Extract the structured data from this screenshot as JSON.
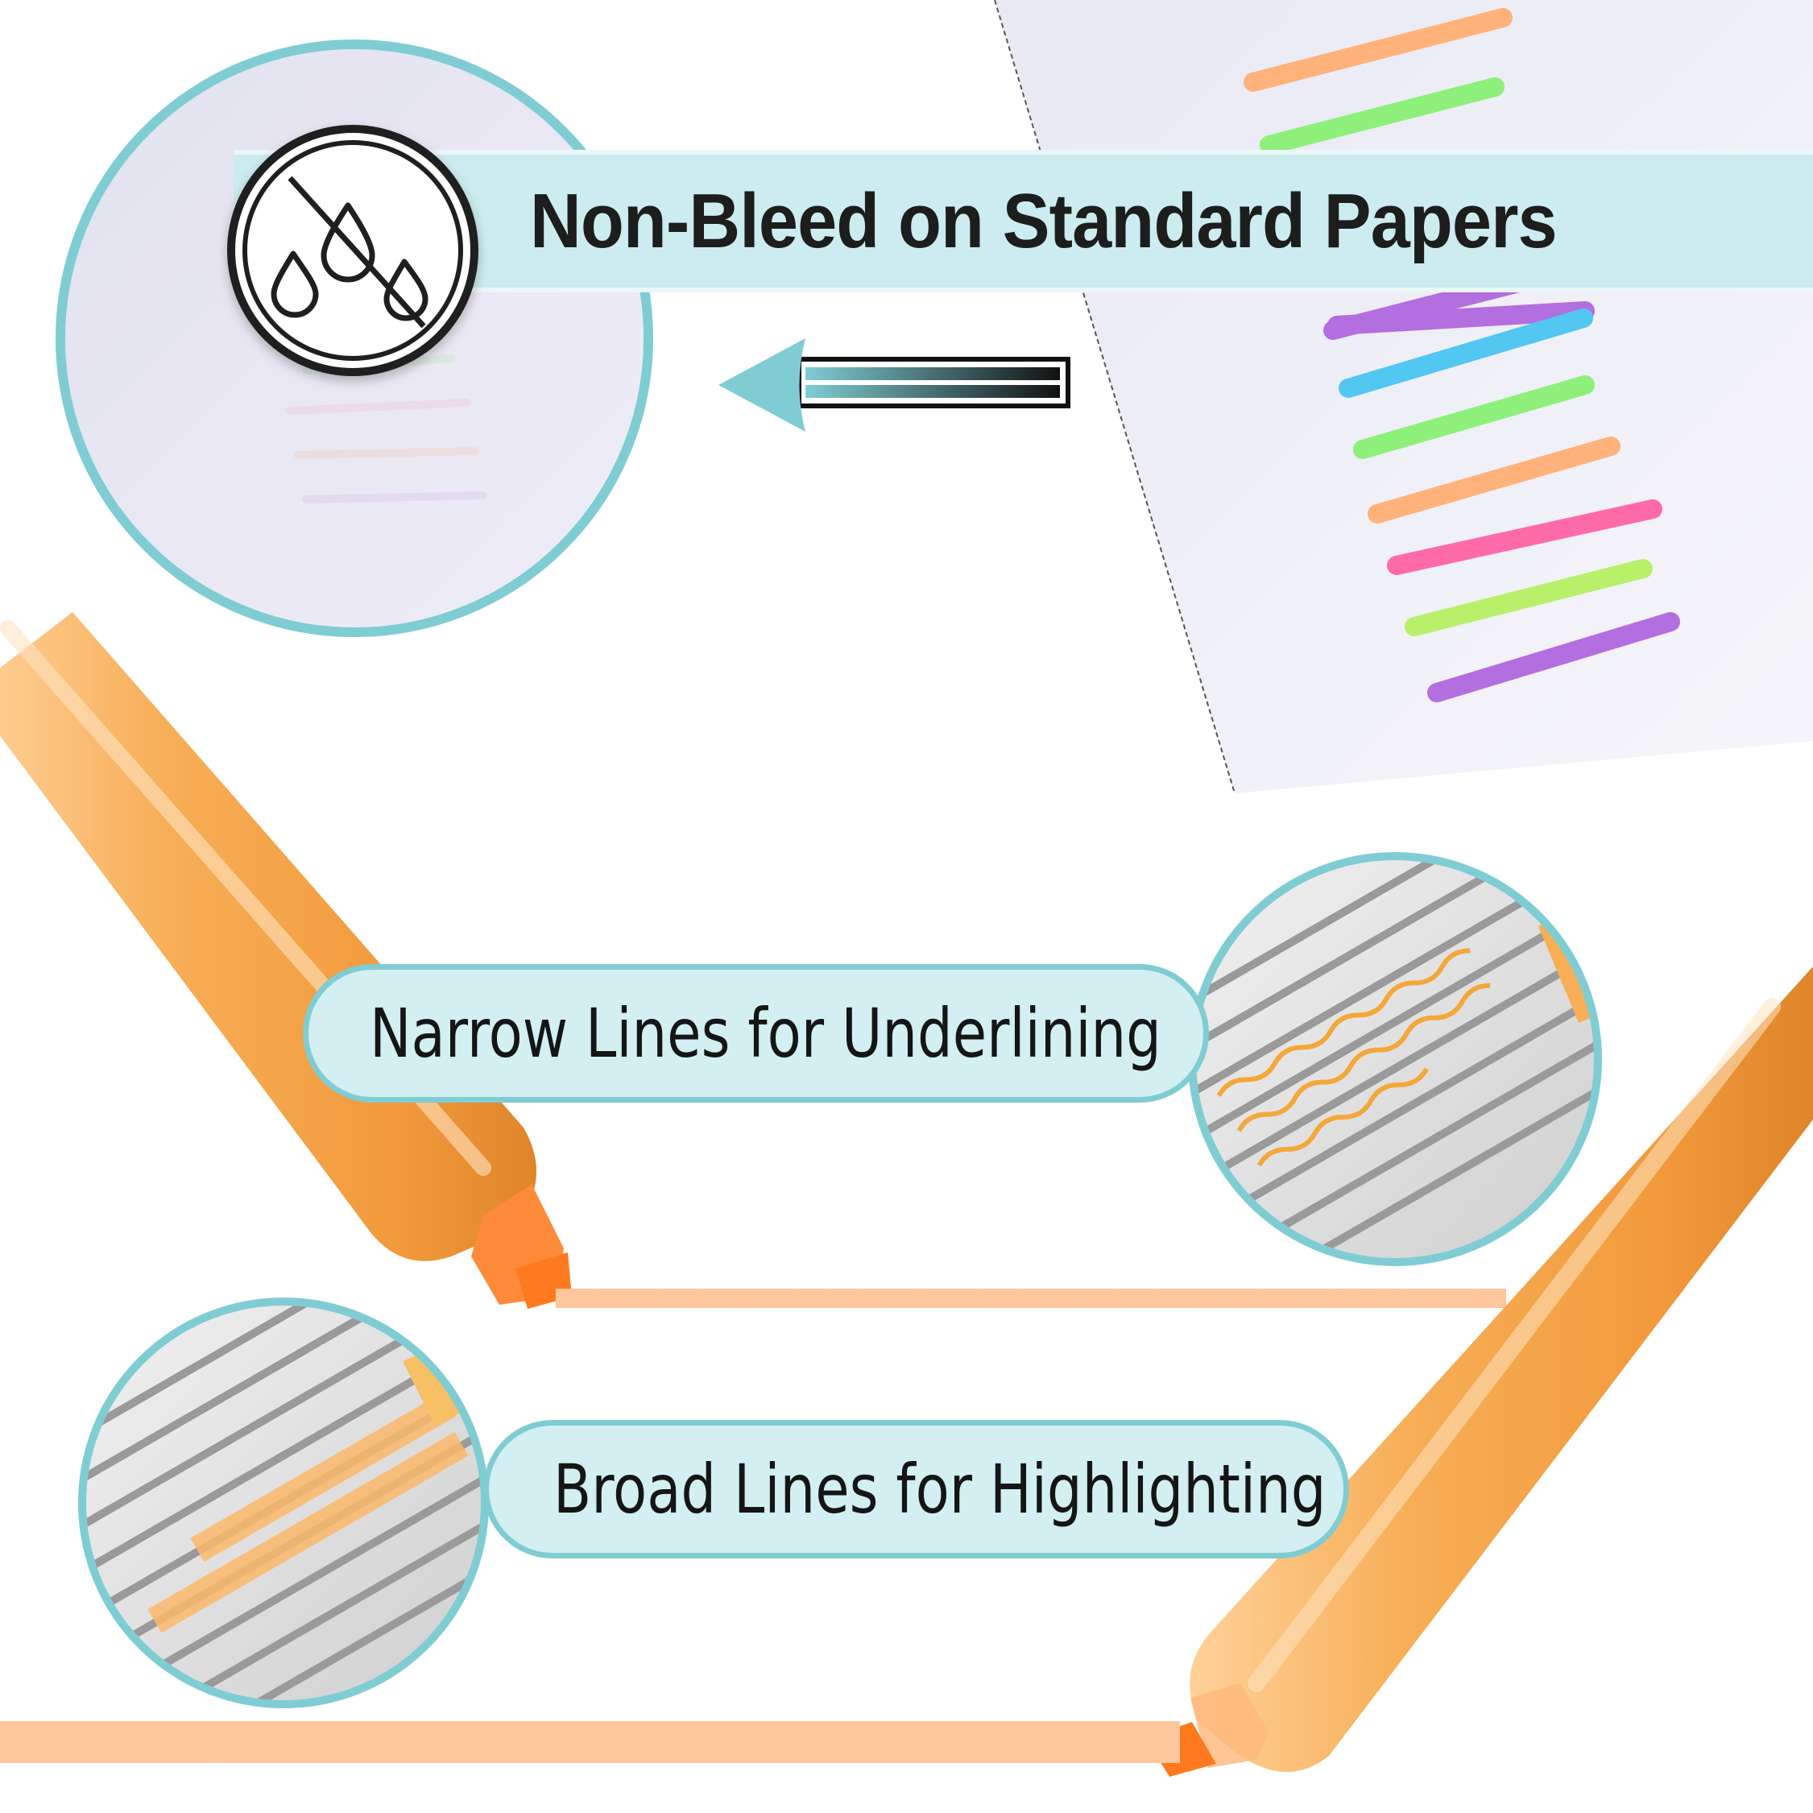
{
  "title": "Non-Bleed on Standard Papers",
  "features": [
    {
      "label": "Narrow Lines for Underlining"
    },
    {
      "label": "Broad Lines for Highlighting"
    }
  ],
  "icons": {
    "no_bleed": "no-ink-bleed-icon",
    "arrow": "left-arrow-icon"
  },
  "colors": {
    "accent_teal": "#7fcdd3",
    "banner_fill": "#cdecef",
    "marker_body": "#f7ae56",
    "marker_tip": "#ff8a3a",
    "stroke_orange": "#ffc79a",
    "swatches": [
      "#ffb27a",
      "#8ef07a",
      "#b36ee0",
      "#52c7f2",
      "#ff6aa8",
      "#b8f06a"
    ]
  }
}
